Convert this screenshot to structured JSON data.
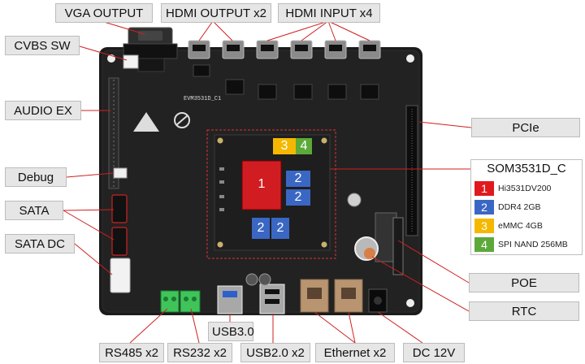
{
  "callouts": {
    "vga_output": "VGA OUTPUT",
    "hdmi_output": "HDMI OUTPUT x2",
    "hdmi_input": "HDMI INPUT x4",
    "cvbs_sw": "CVBS SW",
    "audio_ex": "AUDIO EX",
    "debug": "Debug",
    "sata": "SATA",
    "sata_dc": "SATA DC",
    "pcie": "PCIe",
    "poe": "POE",
    "rtc": "RTC",
    "rs485": "RS485 x2",
    "rs232": "RS232 x2",
    "usb3": "USB3.0",
    "usb2": "USB2.0 x2",
    "ethernet": "Ethernet x2",
    "dc12v": "DC 12V"
  },
  "legend": {
    "title": "SOM3531D_C",
    "items": [
      {
        "num": "1",
        "label": "Hi3531DV200",
        "color": "#e0191e"
      },
      {
        "num": "2",
        "label": "DDR4 2GB",
        "color": "#3b67c4"
      },
      {
        "num": "3",
        "label": "eMMC 4GB",
        "color": "#f5b800"
      },
      {
        "num": "4",
        "label": "SPI NAND  256MB",
        "color": "#5ca93a"
      }
    ]
  },
  "board": {
    "silk_model": "EVM3531D_C1",
    "som_numbers": {
      "soc": "1",
      "ddr": "2",
      "emmc": "3",
      "nand": "4"
    }
  }
}
